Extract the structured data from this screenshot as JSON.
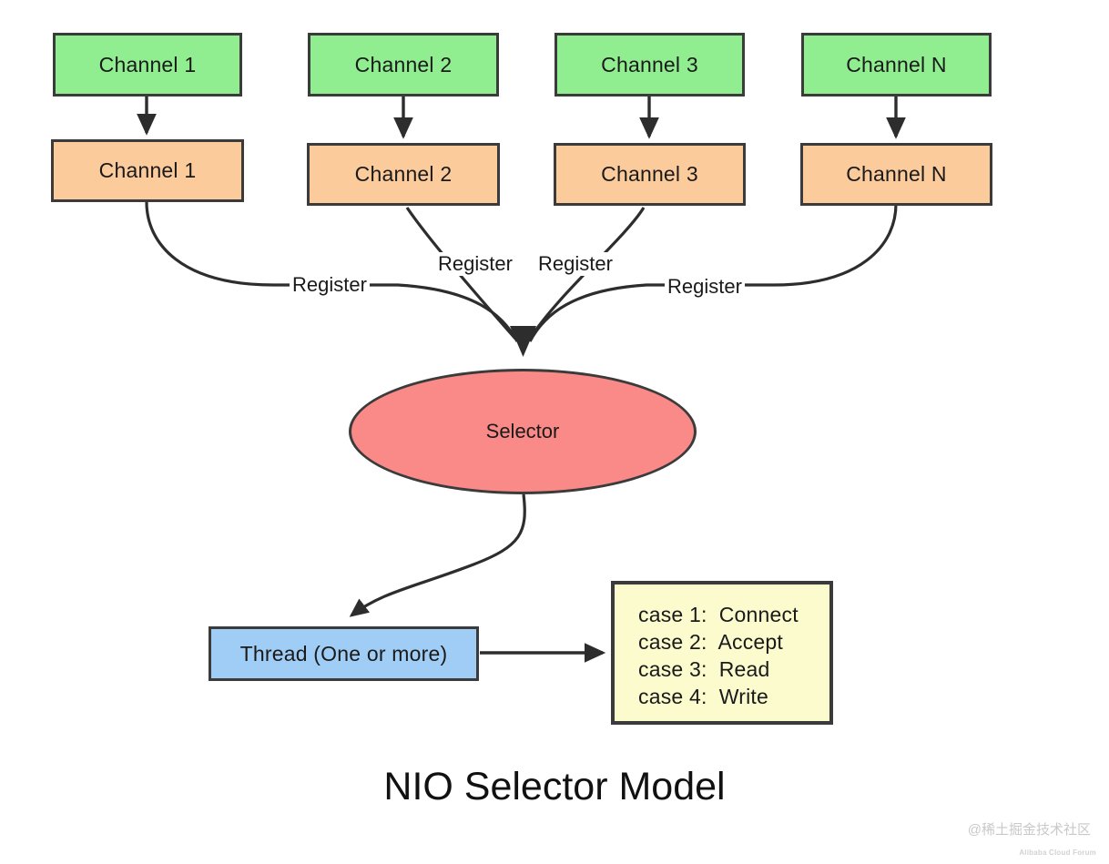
{
  "title": "NIO Selector Model",
  "colors": {
    "green": "#90EE90",
    "orange": "#FBCB9C",
    "blue": "#9FCDF5",
    "yellow": "#FBFBCD",
    "selector": "#F98A87",
    "stroke": "#3B3B3B"
  },
  "channels_top": [
    {
      "label": "Channel 1"
    },
    {
      "label": "Channel 2"
    },
    {
      "label": "Channel 3"
    },
    {
      "label": "Channel N"
    }
  ],
  "channels_bottom": [
    {
      "label": "Channel 1"
    },
    {
      "label": "Channel 2"
    },
    {
      "label": "Channel 3"
    },
    {
      "label": "Channel N"
    }
  ],
  "register_labels": [
    {
      "label": "Register"
    },
    {
      "label": "Register"
    },
    {
      "label": "Register"
    },
    {
      "label": "Register"
    }
  ],
  "selector": {
    "label": "Selector"
  },
  "thread": {
    "label": "Thread (One or more)"
  },
  "cases": [
    {
      "label": "case 1:  Connect"
    },
    {
      "label": "case 2:  Accept"
    },
    {
      "label": "case 3:  Read"
    },
    {
      "label": "case 4:  Write"
    }
  ],
  "watermark": {
    "text": "@稀土掘金技术社区",
    "sub": "Alibaba Cloud Forum"
  }
}
